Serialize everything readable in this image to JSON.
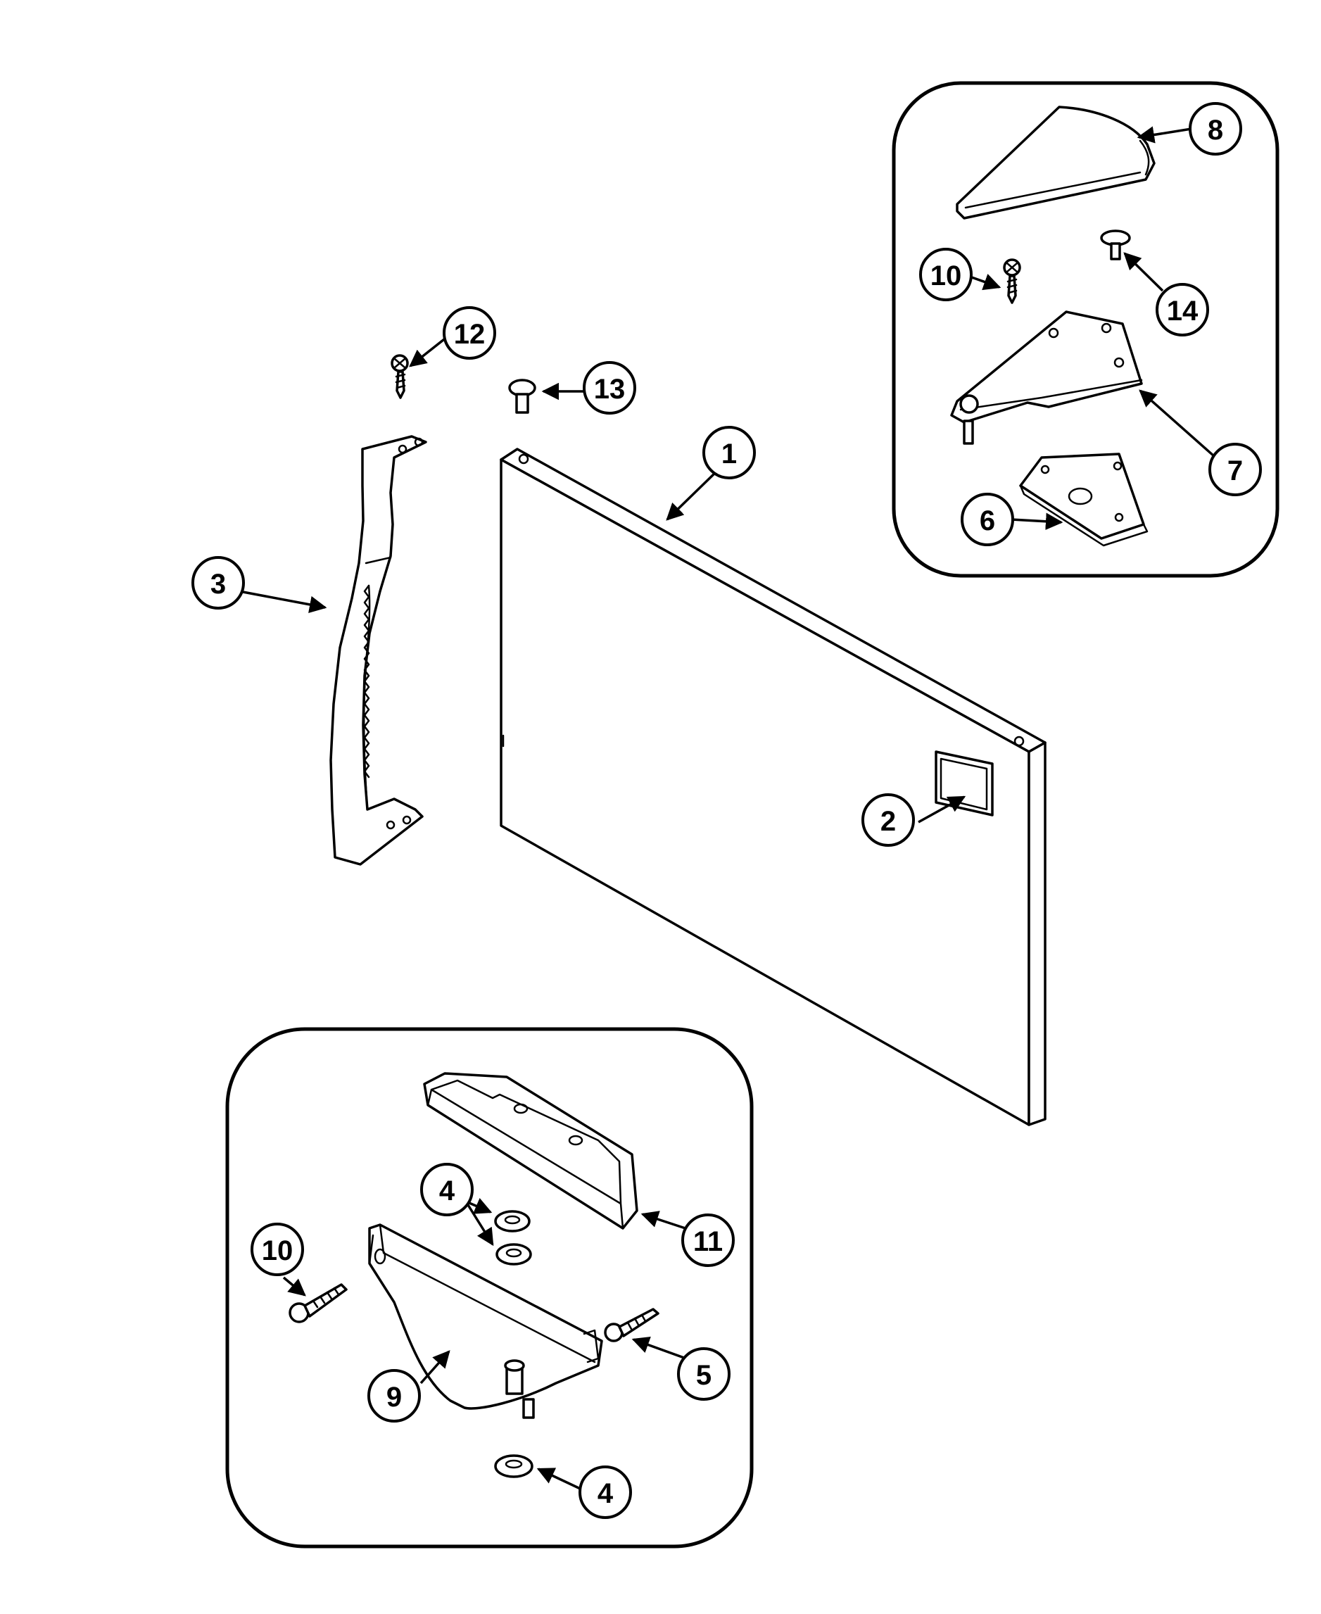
{
  "diagram": {
    "callouts": [
      {
        "id": "1",
        "label": "1"
      },
      {
        "id": "2",
        "label": "2"
      },
      {
        "id": "3",
        "label": "3"
      },
      {
        "id": "4a",
        "label": "4"
      },
      {
        "id": "4b",
        "label": "4"
      },
      {
        "id": "5",
        "label": "5"
      },
      {
        "id": "6",
        "label": "6"
      },
      {
        "id": "7",
        "label": "7"
      },
      {
        "id": "8",
        "label": "8"
      },
      {
        "id": "9",
        "label": "9"
      },
      {
        "id": "10a",
        "label": "10"
      },
      {
        "id": "10b",
        "label": "10"
      },
      {
        "id": "11",
        "label": "11"
      },
      {
        "id": "12",
        "label": "12"
      },
      {
        "id": "13",
        "label": "13"
      },
      {
        "id": "14",
        "label": "14"
      }
    ]
  }
}
